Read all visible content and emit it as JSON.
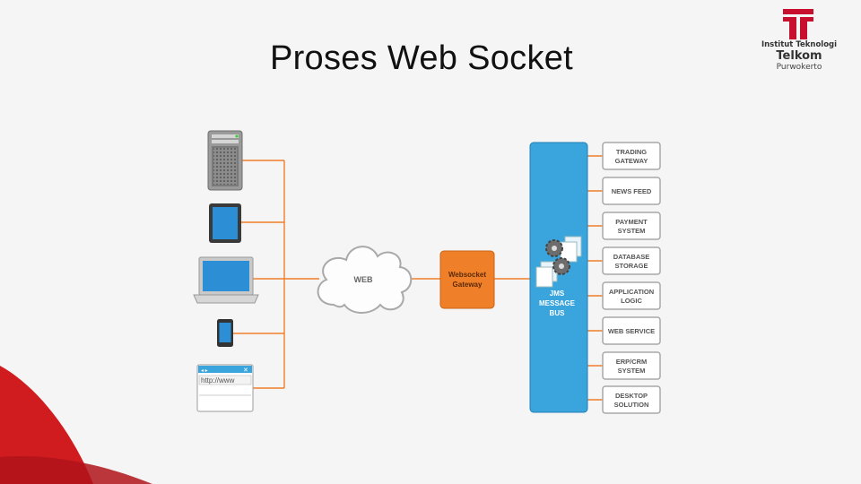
{
  "slide": {
    "title": "Proses Web Socket",
    "logo": {
      "line1": "Institut Teknologi",
      "line2": "Telkom",
      "line3": "Purwokerto",
      "mark_color": "#c8102e"
    }
  },
  "diagram": {
    "clients": [
      "server",
      "tablet",
      "laptop",
      "smartphone",
      "browser-window"
    ],
    "browser_url": "http://www",
    "cloud_label": "WEB",
    "gateway_label_line1": "Websocket",
    "gateway_label_line2": "Gateway",
    "bus_label": [
      "JMS",
      "MESSAGE",
      "BUS"
    ],
    "services": [
      [
        "TRADING",
        "GATEWAY"
      ],
      [
        "NEWS FEED"
      ],
      [
        "PAYMENT",
        "SYSTEM"
      ],
      [
        "DATABASE",
        "STORAGE"
      ],
      [
        "APPLICATION",
        "LOGIC"
      ],
      [
        "WEB SERVICE"
      ],
      [
        "ERP/CRM",
        "SYSTEM"
      ],
      [
        "DESKTOP",
        "SOLUTION"
      ]
    ],
    "colors": {
      "connector": "#f07f2a",
      "gateway": "#f07f2a",
      "bus": "#3aa4dc",
      "accent_red": "#d01c1f"
    }
  }
}
